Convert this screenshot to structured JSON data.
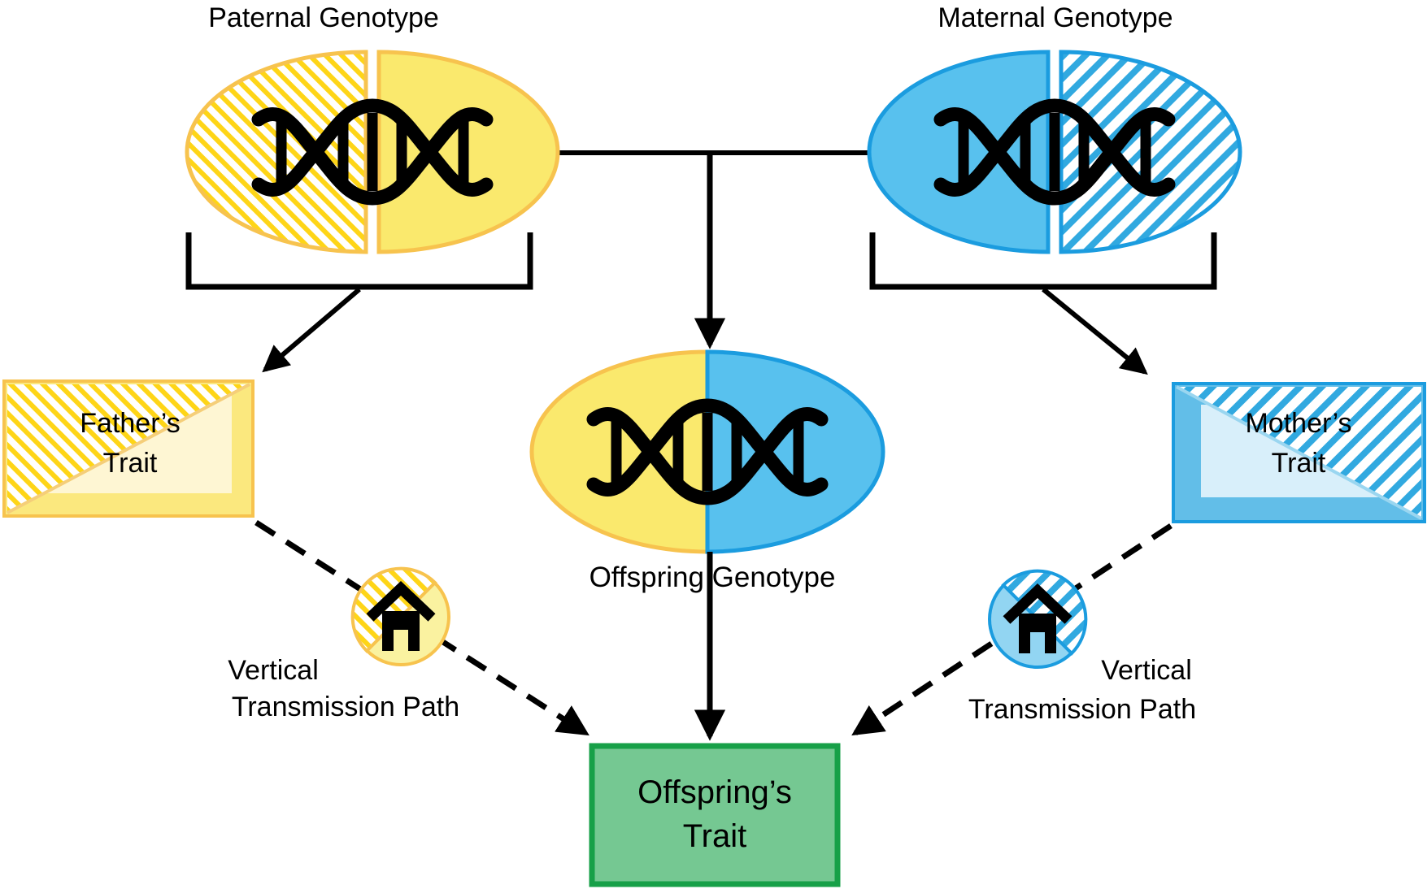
{
  "diagram": {
    "paternal": {
      "title": "Paternal Genotype"
    },
    "maternal": {
      "title": "Maternal Genotype"
    },
    "offspring_genotype": {
      "caption": "Offspring Genotype"
    },
    "father_trait": {
      "line1": "Father’s",
      "line2": "Trait"
    },
    "mother_trait": {
      "line1": "Mother’s",
      "line2": "Trait"
    },
    "offspring_trait": {
      "line1": "Offspring’s",
      "line2": "Trait"
    },
    "left_transmission": {
      "line1": "Vertical",
      "line2": "Transmission Path"
    },
    "right_transmission": {
      "line1": "Vertical",
      "line2": "Transmission Path"
    },
    "icons": {
      "genotype_icon": "dna-icon",
      "transmission_icon": "house-icon"
    },
    "colors": {
      "paternal_solid": "#FAE96D",
      "paternal_border": "#F7C34E",
      "paternal_hatch_line": "#FED517",
      "paternal_box_band": "#FBE87E",
      "paternal_box_pale": "#FEF6D3",
      "maternal_solid": "#58C1EE",
      "maternal_border": "#1B9CDF",
      "maternal_hatch_line": "#31A9E0",
      "maternal_box_band": "#62BEE8",
      "maternal_box_pale": "#D8EFFA",
      "house_circle_yellow": "#FAF2A0",
      "house_circle_blue": "#92D5F2",
      "offspring_trait_fill": "#75C892",
      "offspring_trait_border": "#17A048",
      "line_black": "#000000"
    }
  }
}
